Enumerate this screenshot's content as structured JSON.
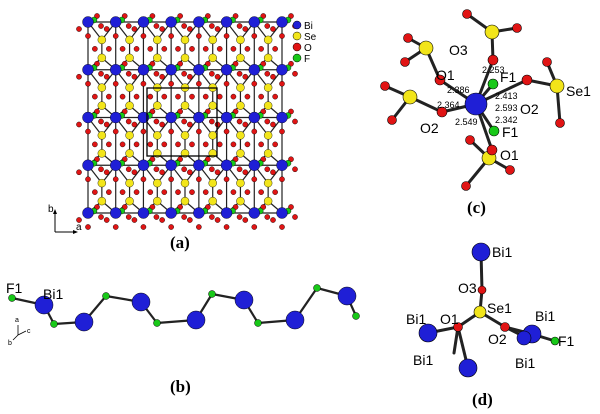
{
  "legend": {
    "items": [
      {
        "label": "Bi",
        "color": "#1f1fd6"
      },
      {
        "label": "Se",
        "color": "#f2e51a"
      },
      {
        "label": "O",
        "color": "#e01414"
      },
      {
        "label": "F",
        "color": "#18c818"
      }
    ]
  },
  "colors": {
    "bi": "#1f1fd6",
    "se": "#f2e51a",
    "o": "#e01414",
    "f": "#18c818",
    "bond": "#222222"
  },
  "panels": {
    "a": {
      "label": "(a)",
      "axis_b": "b",
      "axis_a": "a"
    },
    "b": {
      "label": "(b)",
      "atom_f": "F1",
      "atom_bi": "Bi1",
      "axis_a": "a",
      "axis_c": "c",
      "axis_b": "b"
    },
    "c": {
      "label": "(c)",
      "atoms": {
        "o3": "O3",
        "o1_top": "O1",
        "f1_top": "F1",
        "o2_right": "O2",
        "se1": "Se1",
        "o2_left": "O2",
        "f1_bottom": "F1",
        "o1_bottom": "O1"
      },
      "distances": {
        "d1": "2.253",
        "d2": "2.386",
        "d3": "2.413",
        "d4": "2.364",
        "d5": "2.593",
        "d6": "2.342",
        "d7": "2.549"
      }
    },
    "d": {
      "label": "(d)",
      "atoms": {
        "bi_top": "Bi1",
        "o3": "O3",
        "se1": "Se1",
        "bi_left": "Bi1",
        "o1": "O1",
        "o2": "O2",
        "bi_right": "Bi1",
        "f1": "F1",
        "bi_bottom_left": "Bi1",
        "bi_bottom_right": "Bi1"
      }
    }
  }
}
